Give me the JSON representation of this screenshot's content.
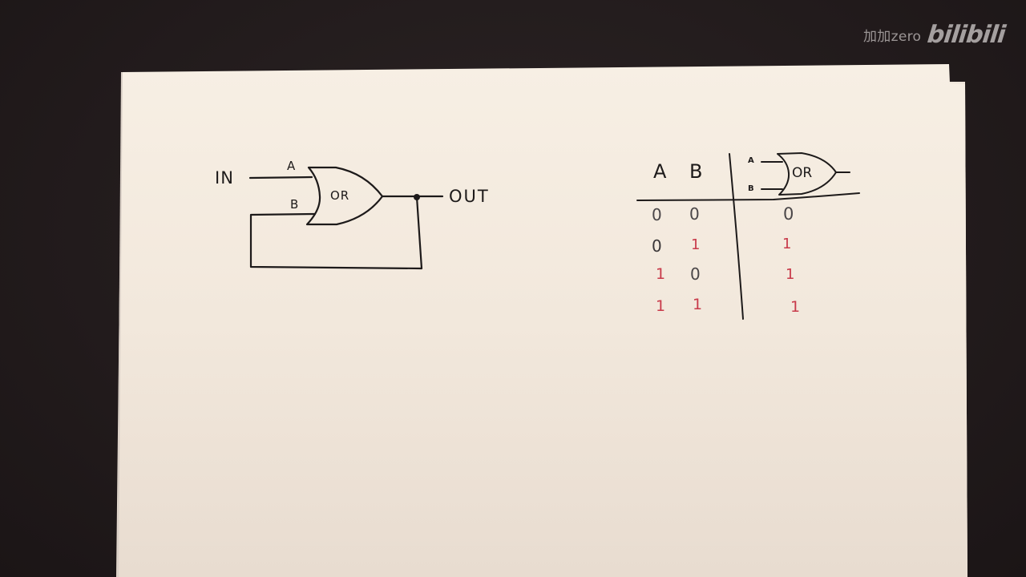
{
  "watermark": {
    "user": "加加zero",
    "brand": "bilibili"
  },
  "colors": {
    "background": "#221b1c",
    "paper": "#f4ece1",
    "ink": "#1d1a1a",
    "red_ink": "#c83a4a",
    "gray_ink": "#4a4648"
  },
  "circuit": {
    "input_label": "IN",
    "output_label": "OUT",
    "gate_label": "OR",
    "pin_a": "A",
    "pin_b": "B",
    "description": "OR gate with output fed back into input B (latch/memory)"
  },
  "truth_table": {
    "headers": [
      "A",
      "B"
    ],
    "gate_label": "OR",
    "gate_pin_a": "A",
    "gate_pin_b": "B",
    "rows": [
      {
        "a": "0",
        "b": "0",
        "out": "0"
      },
      {
        "a": "0",
        "b": "1",
        "out": "1"
      },
      {
        "a": "1",
        "b": "0",
        "out": "1"
      },
      {
        "a": "1",
        "b": "1",
        "out": "1"
      }
    ]
  }
}
